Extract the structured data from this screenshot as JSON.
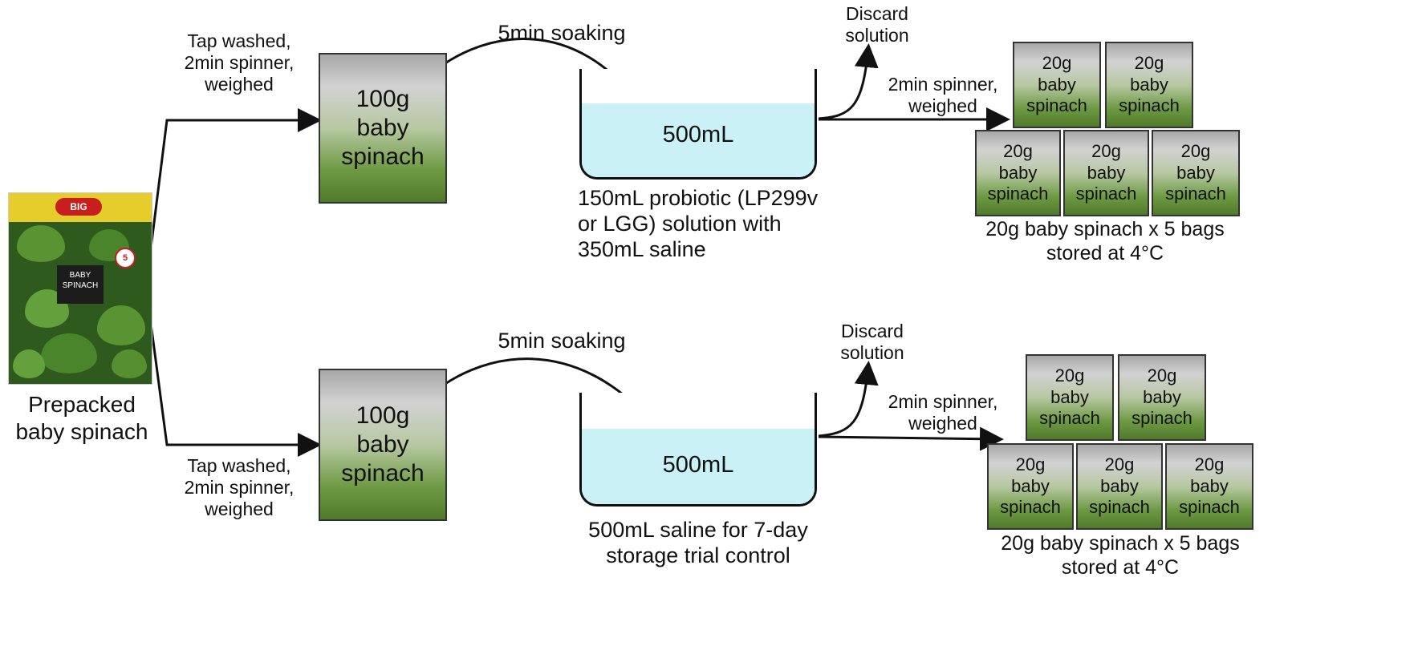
{
  "source": {
    "title": "Prepacked baby spinach",
    "photo": {
      "logo": "BIG",
      "tag": "BABY SPINACH",
      "badge": "5"
    }
  },
  "colors": {
    "water": "#c9f1f6",
    "box_top": "#d2d2d2",
    "box_bottom": "#4f7a2a",
    "arrow": "#111111"
  },
  "top": {
    "wash_label": "Tap washed, 2min spinner, weighed",
    "sample_box": "100g baby spinach",
    "soak_label": "5min soaking",
    "beaker_volume": "500mL",
    "solution_caption": "150mL probiotic (LP299v or LGG) solution with 350mL saline",
    "discard_label": "Discard solution",
    "spin_label": "2min spinner, weighed",
    "bags": [
      "20g baby spinach",
      "20g baby spinach",
      "20g baby spinach",
      "20g baby spinach",
      "20g baby spinach"
    ],
    "storage_caption": "20g baby spinach x 5 bags stored at 4°C"
  },
  "bottom": {
    "wash_label": "Tap washed, 2min spinner, weighed",
    "sample_box": "100g baby spinach",
    "soak_label": "5min soaking",
    "beaker_volume": "500mL",
    "solution_caption": "500mL saline for 7-day storage trial control",
    "discard_label": "Discard solution",
    "spin_label": "2min spinner, weighed",
    "bags": [
      "20g baby spinach",
      "20g baby spinach",
      "20g baby spinach",
      "20g baby spinach",
      "20g baby spinach"
    ],
    "storage_caption": "20g baby spinach x 5 bags stored at 4°C"
  }
}
